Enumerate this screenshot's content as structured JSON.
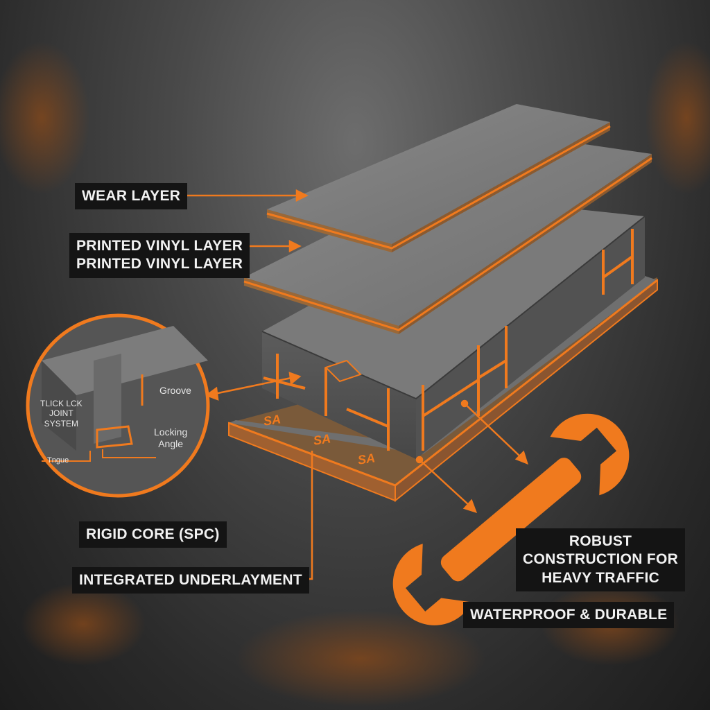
{
  "labels": {
    "wear_layer": "WEAR LAYER",
    "printed_vinyl_1": "PRINTED VINYL LAYER",
    "printed_vinyl_2": "PRINTED VINYL LAYER",
    "rigid_core": "RIGID CORE (SPC)",
    "underlayment": "INTEGRATED UNDERLAYMENT",
    "robust_1": "ROBUST",
    "robust_2": "CONSTRUCTION FOR",
    "robust_3": "HEAVY TRAFFIC",
    "waterproof": "WATERPROOF & DURABLE"
  },
  "inset": {
    "groove": "Groove",
    "locking_1": "Locking",
    "locking_2": "Angle",
    "click_1": "TLICK LCK",
    "click_2": "JOINT",
    "click_3": "SYSTEM",
    "tongue": "Tngue"
  },
  "base_marks": [
    "SA",
    "SA",
    "SA"
  ],
  "colors": {
    "accent": "#f07a1e",
    "label_bg": "#141414",
    "steel": "#7a7a7a"
  },
  "icons": [
    "wrench-icon"
  ]
}
